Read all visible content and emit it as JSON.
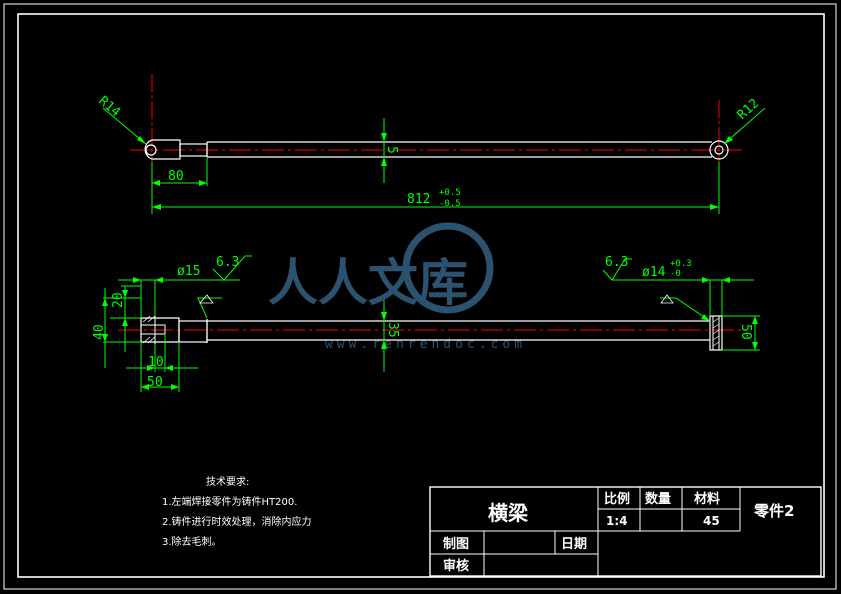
{
  "colors": {
    "background": "#000000",
    "outline": "#ffffff",
    "dimension": "#00ff00",
    "centerline": "#ff0000",
    "watermark": "#3a6f96"
  },
  "top_view": {
    "radius_left": "R14",
    "radius_right": "R12",
    "thickness": "5",
    "length_small": "80",
    "length_total": "812",
    "tol_upper": "+0.5",
    "tol_lower": "-0.5"
  },
  "side_view": {
    "dia_left": "ø15",
    "rough_left": "6.3",
    "rough_right": "6.3",
    "dia_right": "ø14",
    "dia_right_tol_upper": "+0.3",
    "dia_right_tol_lower": "-0",
    "height_20": "20",
    "height_40": "40",
    "height_35": "35",
    "width_10": "10",
    "width_50": "50",
    "height_right_50": "50"
  },
  "watermark": {
    "text": "人人文库",
    "url": "www.renrendoc.com"
  },
  "notes": {
    "title": "技术要求:",
    "items": [
      "1.左端焊接零件为铸件HT200.",
      "2.铸件进行时效处理，消除内应力",
      "3.除去毛刺。"
    ]
  },
  "title_block": {
    "part_name": "横梁",
    "scale_label": "比例",
    "qty_label": "数量",
    "material_label": "材料",
    "scale_value": "1:4",
    "qty_value": "",
    "material_value": "45",
    "part_no": "零件2",
    "drawn_label": "制图",
    "date_label": "日期",
    "checked_label": "审核"
  }
}
